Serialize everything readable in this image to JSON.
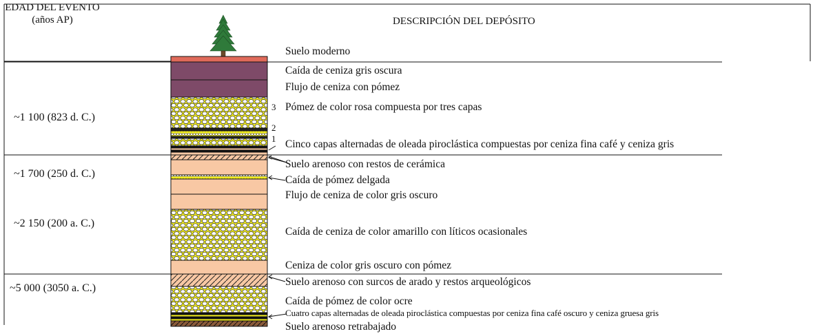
{
  "header": {
    "age_title_line1": "EDAD DEL EVENTO",
    "age_title_line2": "(años AP)",
    "description_title": "DESCRIPCIÓN DEL DEPÓSITO"
  },
  "ages": [
    "~1 100 (823 d. C.)",
    "~1 700 (250 d. C.)",
    "~2 150 (200 a. C.)",
    "~5 000 (3050 a. C.)"
  ],
  "sublayer_numbers": [
    "3",
    "2",
    "1"
  ],
  "layers": [
    {
      "description": "Suelo moderno"
    },
    {
      "description": "Caída de ceniza gris oscura"
    },
    {
      "description": "Flujo de ceniza con pómez"
    },
    {
      "description": "Pómez de color rosa compuesta por tres capas"
    },
    {
      "description": "Cinco capas alternadas de oleada piroclástica compuestas por ceniza fina café y ceniza gris"
    },
    {
      "description": "Suelo arenoso con restos de cerámica"
    },
    {
      "description": "Caída de pómez delgada"
    },
    {
      "description": "Flujo de ceniza de color gris oscuro"
    },
    {
      "description": "Caída de ceniza de color amarillo con líticos ocasionales"
    },
    {
      "description": "Ceniza de color gris oscuro con pómez"
    },
    {
      "description": "Suelo arenoso con surcos de arado y restos arqueológicos"
    },
    {
      "description": "Caída de pómez de color ocre"
    },
    {
      "description": "Cuatro capas alternadas de oleada piroclástica compuestas por ceniza fina café oscuro y ceniza gruesa gris"
    },
    {
      "description": "Suelo arenoso retrabajado"
    }
  ],
  "colors": {
    "modern_soil": "#e06a5a",
    "dark_ash": "#7e4a68",
    "pumice_bg": "#f4ee20",
    "pumice_clast": "#ffffff",
    "sandy_soil": "#f8c8a4",
    "tree": "#2f7a3a",
    "line": "#111111"
  },
  "icons": [
    "pine-tree-icon"
  ]
}
